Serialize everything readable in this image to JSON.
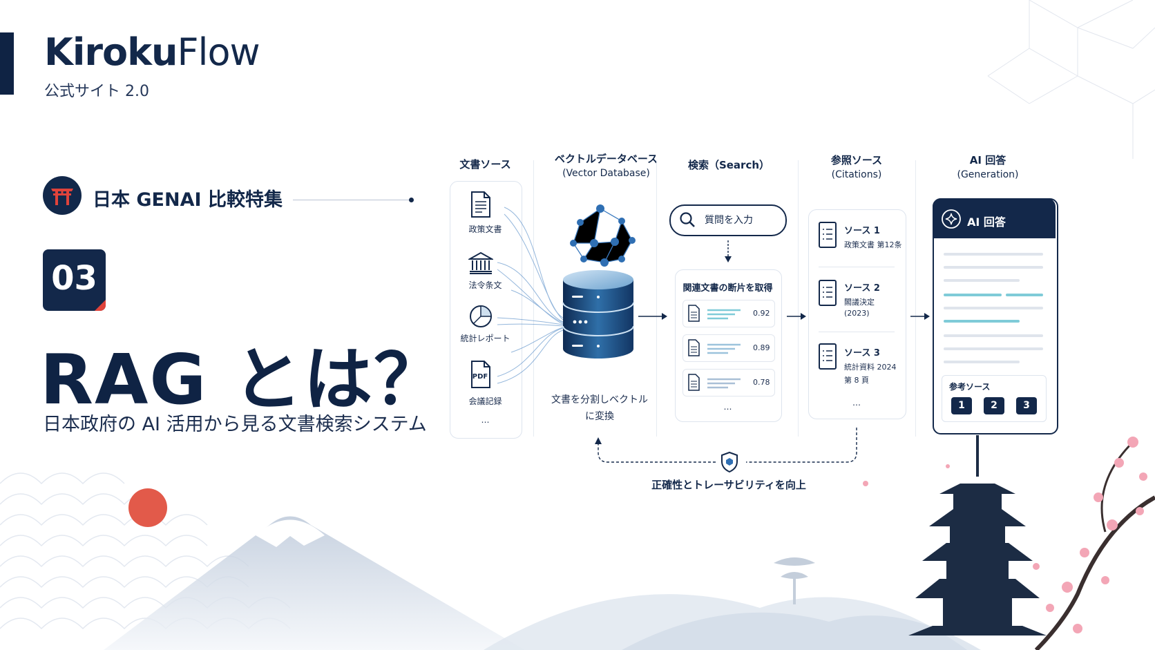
{
  "brand": {
    "name_bold": "Kiroku",
    "name_light": "Flow",
    "subtitle": "公式サイト 2.0"
  },
  "series": {
    "label": "日本 GENAI 比較特集"
  },
  "episode": {
    "number": "03"
  },
  "headline": "RAG とは？",
  "subheadline": "日本政府の AI 活用から見る文書検索システム",
  "pipeline": {
    "sources": {
      "title": "文書ソース",
      "items": [
        "政策文書",
        "法令条文",
        "統計レポート",
        "会議記録"
      ],
      "pdf_mark": "PDF",
      "more": "…"
    },
    "vector_db": {
      "title": "ベクトルデータベース",
      "subtitle": "(Vector Database)",
      "caption_line1": "文書を分割しベクトル",
      "caption_line2": "に変換"
    },
    "search": {
      "title": "検索（Search）",
      "input_placeholder": "質問を入力",
      "results_title": "関連文書の断片を取得",
      "scores": [
        "0.92",
        "0.89",
        "0.78"
      ],
      "more": "…"
    },
    "citations": {
      "title": "参照ソース",
      "subtitle": "(Citations)",
      "items": [
        {
          "name": "ソース 1",
          "lines": [
            "政策文書 第12条"
          ]
        },
        {
          "name": "ソース 2",
          "lines": [
            "閣議決定",
            "(2023)"
          ]
        },
        {
          "name": "ソース 3",
          "lines": [
            "統計資料 2024",
            "第 8 頁"
          ]
        }
      ],
      "more": "…"
    },
    "answer": {
      "title": "AI 回答",
      "subtitle": "(Generation)",
      "card_title": "AI 回答",
      "refs_label": "参考ソース",
      "refs": [
        "1",
        "2",
        "3"
      ]
    },
    "feedback_caption": "正確性とトレーサビリティを向上"
  },
  "colors": {
    "navy": "#13284a",
    "accent_red": "#e0433b",
    "teal": "#62c6d6",
    "line_blue": "#2f6fb3",
    "sakura": "#f3a6b6"
  },
  "icons": [
    "torii-icon",
    "document-icon",
    "bank-icon",
    "pie-chart-icon",
    "pdf-icon",
    "network-icon",
    "database-icon",
    "search-icon",
    "sparkle-icon",
    "shield-icon",
    "arrow-right-icon"
  ]
}
